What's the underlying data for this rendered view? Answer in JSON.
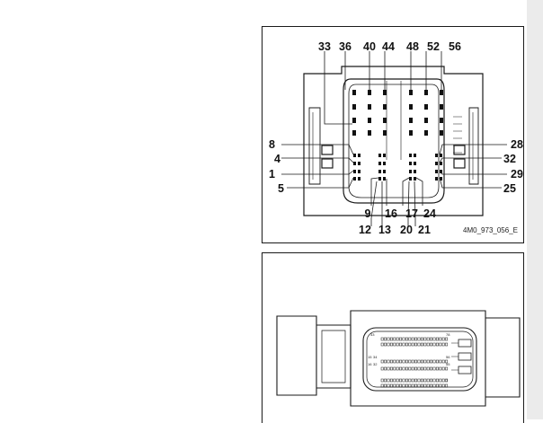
{
  "top_diagram": {
    "pin_numbers_top": [
      "33",
      "36",
      "40",
      "44",
      "48",
      "52",
      "56"
    ],
    "pin_numbers_left": [
      "8",
      "4",
      "1",
      "5"
    ],
    "pin_numbers_right": [
      "28",
      "32",
      "29",
      "25"
    ],
    "pin_numbers_bottom_upper": [
      "9",
      "16",
      "17",
      "24"
    ],
    "pin_numbers_bottom_lower": [
      "12",
      "13",
      "20",
      "21"
    ],
    "reference_code": "4M0_973_056_E"
  },
  "bottom_diagram": {
    "pin_markers": [
      "33",
      "78",
      "15",
      "34",
      "56",
      "16",
      "32",
      "55",
      "7"
    ]
  },
  "colors": {
    "line": "#1a1a1a",
    "page_background": "#ffffff",
    "side_strip": "#ebebeb"
  }
}
